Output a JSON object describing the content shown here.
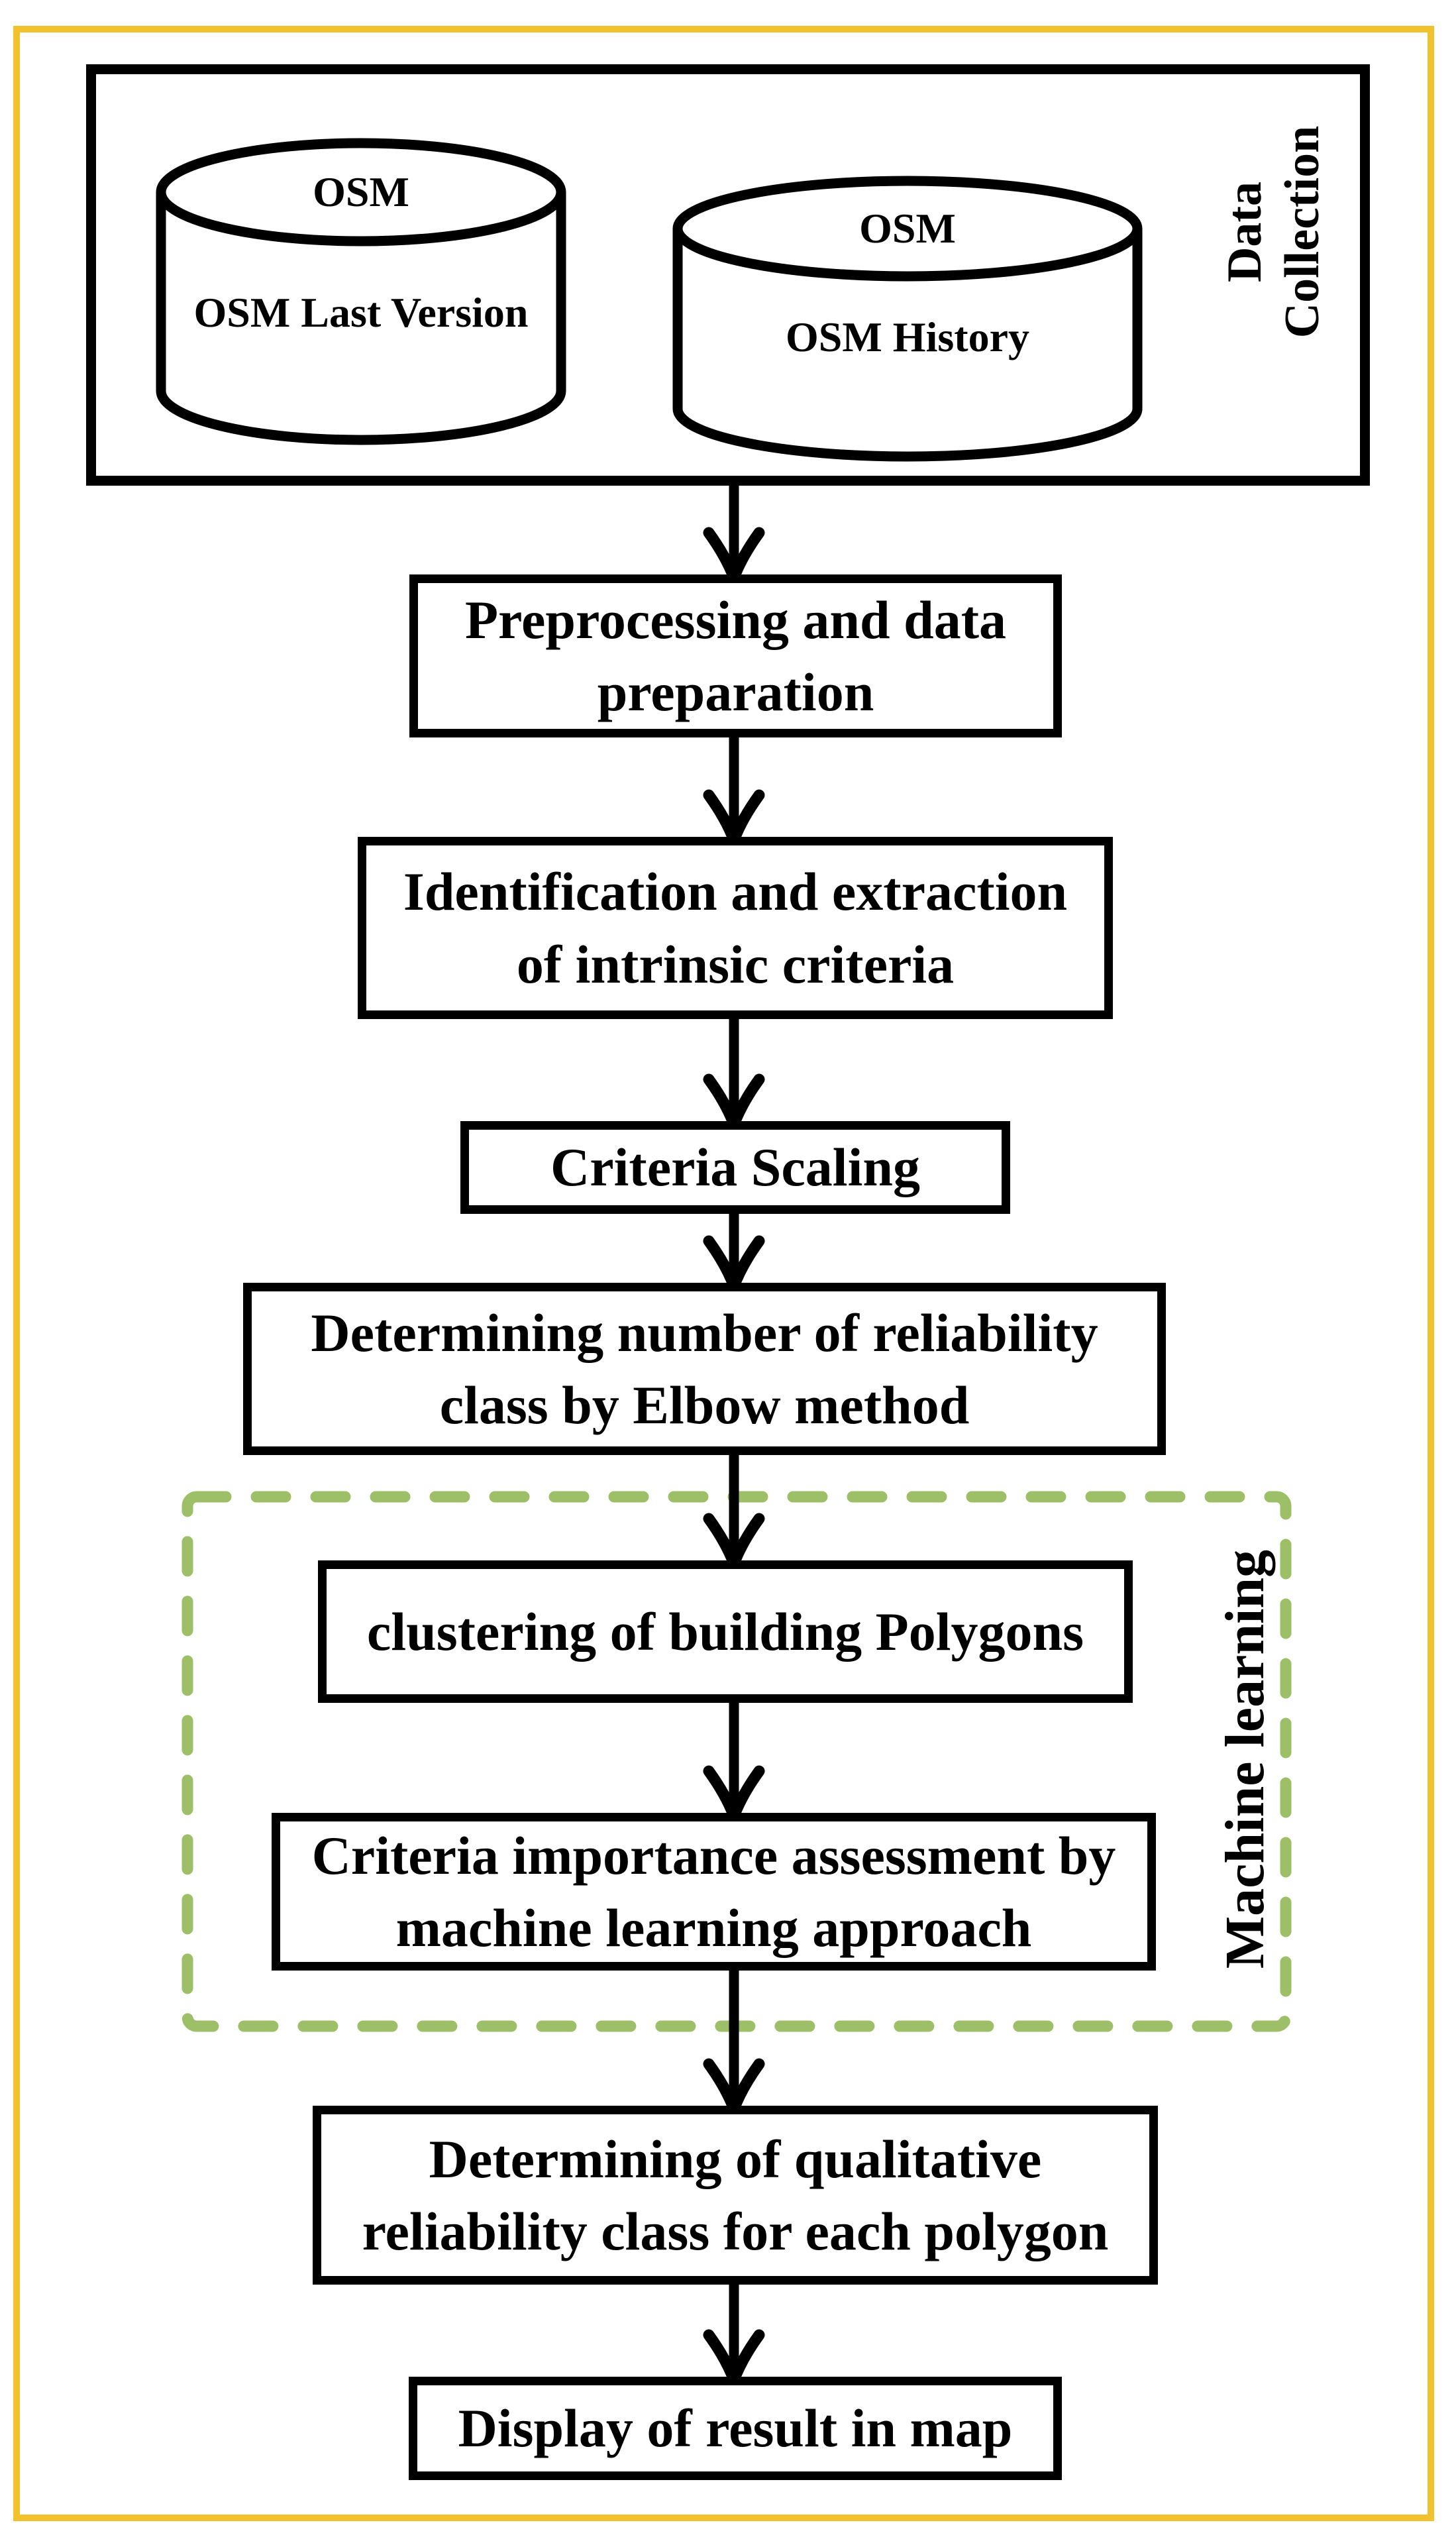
{
  "colors": {
    "frame_gold": "#F2C12E",
    "ml_green": "#9CBF68",
    "ink": "#000000",
    "paper": "#FFFFFF"
  },
  "data_collection": {
    "section_label_line1": "Data",
    "section_label_line2": "Collection",
    "cylinders": [
      {
        "top_label": "OSM",
        "body_label": "OSM Last Version"
      },
      {
        "top_label": "OSM",
        "body_label": "OSM History"
      }
    ]
  },
  "machine_learning": {
    "section_label": "Machine learning"
  },
  "steps": {
    "preprocessing": {
      "line1": "Preprocessing and data",
      "line2": "preparation"
    },
    "identification": {
      "line1": "Identification and extraction",
      "line2": "of intrinsic criteria"
    },
    "criteria_scaling": {
      "line1": "Criteria Scaling"
    },
    "elbow": {
      "line1": "Determining number of reliability",
      "line2": "class by Elbow method"
    },
    "clustering": {
      "line1": "clustering of building Polygons"
    },
    "importance": {
      "line1": "Criteria importance assessment by",
      "line2": "machine learning approach"
    },
    "qualitative": {
      "line1": "Determining of qualitative",
      "line2": "reliability class for each polygon"
    },
    "display_map": {
      "line1": "Display of result in map"
    }
  }
}
